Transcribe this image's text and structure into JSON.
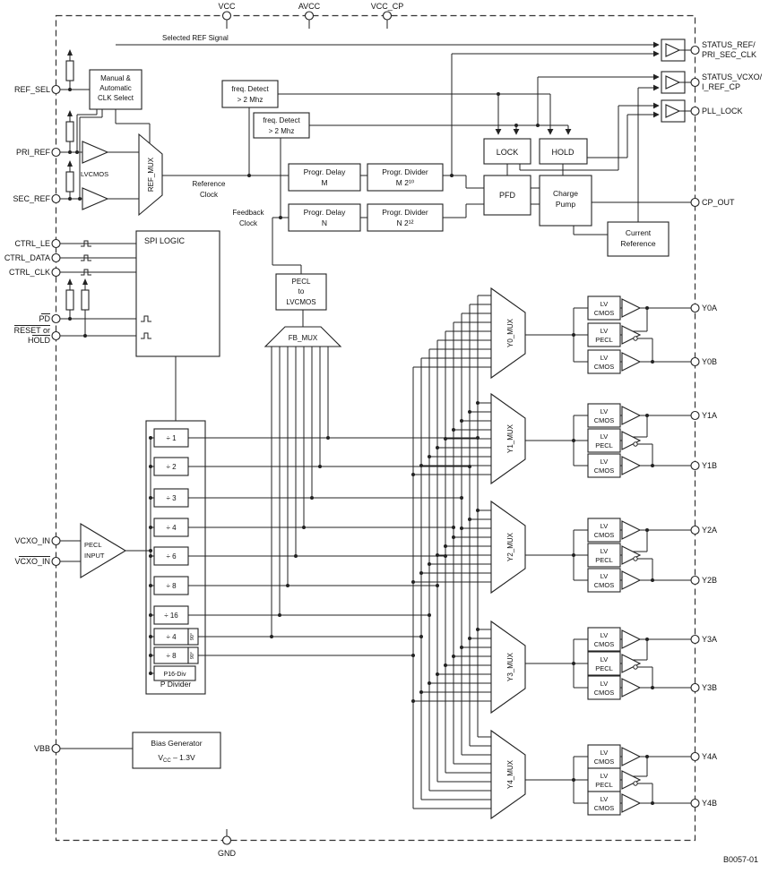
{
  "figure_id": "B0057-01",
  "wire_labels": {
    "selected_ref": "Selected REF Signal",
    "reference_1": "Reference",
    "reference_2": "Clock",
    "feedback_1": "Feedback",
    "feedback_2": "Clock",
    "lvcmos": "LVCMOS"
  },
  "blocks": {
    "clk_select": [
      "Manual &",
      "Automatic",
      "CLK Select"
    ],
    "freq_detect_1": [
      "freq. Detect",
      "> 2 Mhz"
    ],
    "freq_detect_2": [
      "freq. Detect",
      "> 2 Mhz"
    ],
    "delay_m": [
      "Progr. Delay",
      "M"
    ],
    "divider_m": [
      "Progr. Divider",
      "M 2¹⁰"
    ],
    "delay_n": [
      "Progr. Delay",
      "N"
    ],
    "divider_n": [
      "Progr. Divider",
      "N 2¹²"
    ],
    "lock": "LOCK",
    "hold": "HOLD",
    "pfd": "PFD",
    "charge_pump": [
      "Charge",
      "Pump"
    ],
    "current_reference": [
      "Current",
      "Reference"
    ],
    "spi_logic": "SPI LOGIC",
    "pecl_to_lvcmos": [
      "PECL",
      "to",
      "LVCMOS"
    ],
    "fb_mux": "FB_MUX",
    "ref_mux": "REF_MUX",
    "pecl_input": [
      "PECL",
      "INPUT"
    ],
    "bias_generator": {
      "title": "Bias Generator",
      "v": "V",
      "v_sub": "CC",
      "value": " – 1.3V"
    }
  },
  "p_divider": {
    "title": "P Divider",
    "cells": [
      {
        "label": "÷ 1"
      },
      {
        "label": "÷ 2"
      },
      {
        "label": "÷ 3"
      },
      {
        "label": "÷ 4"
      },
      {
        "label": "÷ 6"
      },
      {
        "label": "÷ 8"
      },
      {
        "label": "÷ 16"
      },
      {
        "label": "÷ 4",
        "tag": "90°"
      },
      {
        "label": "÷ 8",
        "tag": "90°"
      },
      {
        "label": "P16-Div"
      }
    ]
  },
  "output_muxes": [
    "Y0_MUX",
    "Y1_MUX",
    "Y2_MUX",
    "Y3_MUX",
    "Y4_MUX"
  ],
  "output_buffers": {
    "lvcmos": [
      "LV",
      "CMOS"
    ],
    "lvpecl": [
      "LV",
      "PECL"
    ]
  },
  "pins": {
    "top": [
      {
        "label": "VCC"
      },
      {
        "label": "AVCC"
      },
      {
        "label": "VCC_CP"
      }
    ],
    "bottom": [
      {
        "label": "GND"
      }
    ],
    "left": [
      {
        "label": "REF_SEL"
      },
      {
        "label": "PRI_REF"
      },
      {
        "label": "SEC_REF"
      },
      {
        "label": "CTRL_LE"
      },
      {
        "label": "CTRL_DATA"
      },
      {
        "label": "CTRL_CLK"
      },
      {
        "label": "PD",
        "overline": true
      },
      {
        "label": "RESET or",
        "label2": "HOLD",
        "overline": true
      },
      {
        "label": "VCXO_IN"
      },
      {
        "label": "VCXO_IN",
        "overline": true
      },
      {
        "label": "VBB"
      }
    ],
    "right": [
      {
        "label": "STATUS_REF/",
        "label2": "PRI_SEC_CLK"
      },
      {
        "label": "STATUS_VCXO/",
        "label2": "I_REF_CP"
      },
      {
        "label": "PLL_LOCK"
      },
      {
        "label": "CP_OUT"
      },
      {
        "label": "Y0A"
      },
      {
        "label": "Y0B"
      },
      {
        "label": "Y1A"
      },
      {
        "label": "Y1B"
      },
      {
        "label": "Y2A"
      },
      {
        "label": "Y2B"
      },
      {
        "label": "Y3A"
      },
      {
        "label": "Y3B"
      },
      {
        "label": "Y4A"
      },
      {
        "label": "Y4B"
      }
    ]
  }
}
